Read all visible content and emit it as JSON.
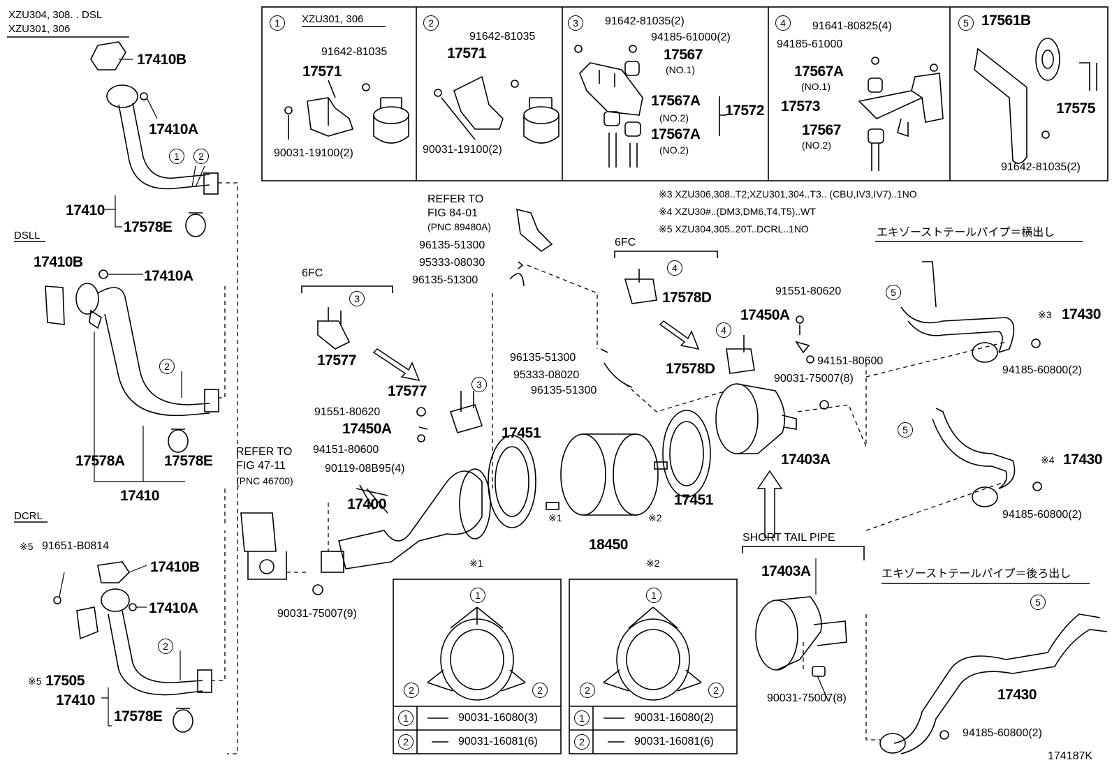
{
  "models": {
    "line1": "XZU304, 308. . DSL",
    "line2": "XZU301, 306",
    "dsll": "DSLL",
    "dcrl": "DCRL"
  },
  "insets": {
    "i1": {
      "num": "1",
      "title": "XZU301, 306",
      "p1": "91642-81035",
      "p2": "17571",
      "p3": "90031-19100(2)"
    },
    "i2": {
      "num": "2",
      "p1": "91642-81035",
      "p2": "17571",
      "p3": "90031-19100(2)"
    },
    "i3": {
      "num": "3",
      "p1": "91642-81035(2)",
      "p2": "94185-61000(2)",
      "p3": "17567",
      "p3n": "(NO.1)",
      "p4": "17567A",
      "p4n": "(NO.2)",
      "p5": "17572",
      "p6": "17567A",
      "p6n": "(NO.2)"
    },
    "i4": {
      "num": "4",
      "p1": "91641-80825(4)",
      "p2": "94185-61000",
      "p3": "17567A",
      "p3n": "(NO.1)",
      "p4": "17573",
      "p5": "17567",
      "p5n": "(NO.2)"
    },
    "i5": {
      "num": "5",
      "p1": "17561B",
      "p2": "17575",
      "p3": "91642-81035(2)"
    }
  },
  "notes": {
    "n3": "※3 XZU306,308..T2;XZU301,304..T3.. (CBU,IV3,IV7)..1NO",
    "n4": "※4 XZU30#..(DM3,DM6,T4,T5)..WT",
    "n5": "※5 XZU304,305..20T..DCRL..1NO"
  },
  "left": {
    "a1": "17410B",
    "a2": "17410A",
    "a3": "17410",
    "a4": "17578E",
    "b1": "17410B",
    "b2": "17410A",
    "b3": "17578A",
    "b4": "17578E",
    "b5": "17410",
    "c0": "※5",
    "c1": "91651-B0814",
    "c2": "17410B",
    "c3": "17410A",
    "c4": "※5",
    "c5": "17505",
    "c6": "17410",
    "c7": "17578E"
  },
  "center": {
    "refer1": "REFER TO",
    "refer1b": "FIG 84-01",
    "refer1c": "(PNC 89480A)",
    "h1": "96135-51300",
    "h2": "95333-08030",
    "h3": "96135-51300",
    "fc1": "6FC",
    "p17577a": "17577",
    "p17577b": "17577",
    "b1": "91551-80620",
    "b2": "17450A",
    "b3": "94151-80600",
    "b4": "90119-08B95(4)",
    "refer2": "REFER TO",
    "refer2b": "FIG 47-11",
    "refer2c": "(PNC 46700)",
    "p17400": "17400",
    "nut9": "90031-75007(9)",
    "p17451a": "17451",
    "s1": "※1",
    "s2": "※2",
    "p18450": "18450",
    "p17451b": "17451",
    "h4": "96135-51300",
    "h5": "95333-08020",
    "h6": "96135-51300",
    "fc2": "6FC",
    "p17578d1": "17578D",
    "r1": "91551-80620",
    "r2": "17450A",
    "r3": "94151-80600",
    "p17578d2": "17578D",
    "r4": "90031-75007(8)",
    "p17403a": "17403A"
  },
  "gaskets": {
    "g1": {
      "mark": "※1",
      "row1": "90031-16080(3)",
      "row2": "90031-16081(6)"
    },
    "g2": {
      "mark": "※2",
      "row1": "90031-16080(2)",
      "row2": "90031-16081(6)"
    }
  },
  "short": {
    "title": "SHORT TAIL PIPE",
    "p1": "17403A",
    "p2": "90031-75007(8)"
  },
  "right": {
    "hdr1": "エキゾーストテールパイプ＝横出し",
    "t1m": "※3",
    "t1": "17430",
    "t1n": "94185-60800(2)",
    "t2m": "※4",
    "t2": "17430",
    "t2n": "94185-60800(2)",
    "hdr2": "エキゾーストテールパイプ＝後ろ出し",
    "t3": "17430",
    "t3n": "94185-60800(2)"
  },
  "figcode": "174187K"
}
